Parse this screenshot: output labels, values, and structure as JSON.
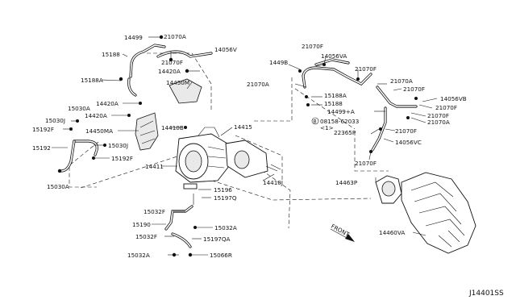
{
  "labels": [
    {
      "text": "14499"
    },
    {
      "text": "21070A"
    },
    {
      "text": "15188"
    },
    {
      "text": "14056V"
    },
    {
      "text": "21070F"
    },
    {
      "text": "15188A"
    },
    {
      "text": "14420A"
    },
    {
      "text": "14450M"
    },
    {
      "text": "14420A"
    },
    {
      "text": "15030J"
    },
    {
      "text": "15030A"
    },
    {
      "text": "14420A"
    },
    {
      "text": "15192F"
    },
    {
      "text": "14450MA"
    },
    {
      "text": "15192"
    },
    {
      "text": "15030J"
    },
    {
      "text": "15192F"
    },
    {
      "text": "15030A"
    },
    {
      "text": "14410B"
    },
    {
      "text": "14415"
    },
    {
      "text": "14411"
    },
    {
      "text": "14410J"
    },
    {
      "text": "15196"
    },
    {
      "text": "15197Q"
    },
    {
      "text": "15032F"
    },
    {
      "text": "15190"
    },
    {
      "text": "15032A"
    },
    {
      "text": "15032F"
    },
    {
      "text": "15197QA"
    },
    {
      "text": "15032A"
    },
    {
      "text": "15066R"
    },
    {
      "text": "21070F"
    },
    {
      "text": "14056VA"
    },
    {
      "text": "1449B"
    },
    {
      "text": "21070F"
    },
    {
      "text": "21070A"
    },
    {
      "text": "21070A"
    },
    {
      "text": "21070F"
    },
    {
      "text": "14056VB"
    },
    {
      "text": "15188A"
    },
    {
      "text": "21070F"
    },
    {
      "text": "15188"
    },
    {
      "text": "14499+A"
    },
    {
      "text": "21070F"
    },
    {
      "text": "08158-62033"
    },
    {
      "text": "<1>"
    },
    {
      "text": "21070A"
    },
    {
      "text": "22365P"
    },
    {
      "text": "21070F"
    },
    {
      "text": "14056VC"
    },
    {
      "text": "21070F"
    },
    {
      "text": "14463P"
    },
    {
      "text": "14460VA"
    },
    {
      "text": "FRONT"
    }
  ],
  "bolt_prefix": "B",
  "ref_code": "J14401SS"
}
